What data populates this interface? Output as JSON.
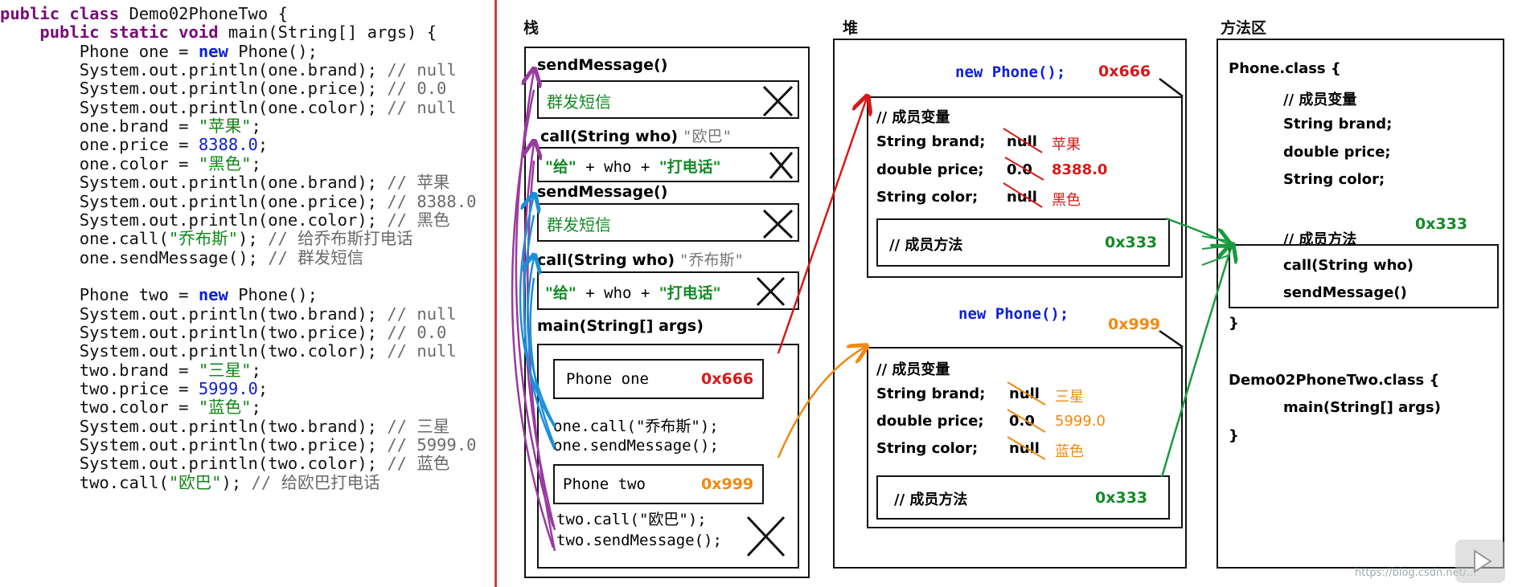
{
  "code_lines": [
    [
      [
        "kw",
        "public class "
      ],
      [
        "tx",
        "Demo02PhoneTwo {"
      ]
    ],
    [
      [
        "tx",
        "    "
      ],
      [
        "kw",
        "public static void "
      ],
      [
        "tx",
        "main(String[] args) {"
      ]
    ],
    [
      [
        "tx",
        "        Phone one = "
      ],
      [
        "nw",
        "new "
      ],
      [
        "tx",
        "Phone();"
      ]
    ],
    [
      [
        "tx",
        "        System.out.println(one.brand); "
      ],
      [
        "cm",
        "// null"
      ]
    ],
    [
      [
        "tx",
        "        System.out.println(one.price); "
      ],
      [
        "cm",
        "// 0.0"
      ]
    ],
    [
      [
        "tx",
        "        System.out.println(one.color); "
      ],
      [
        "cm",
        "// null"
      ]
    ],
    [
      [
        "tx",
        "        one.brand = "
      ],
      [
        "st",
        "\"苹果\""
      ],
      [
        "tx",
        ";"
      ]
    ],
    [
      [
        "tx",
        "        one.price = "
      ],
      [
        "num",
        "8388.0"
      ],
      [
        "tx",
        ";"
      ]
    ],
    [
      [
        "tx",
        "        one.color = "
      ],
      [
        "st",
        "\"黑色\""
      ],
      [
        "tx",
        ";"
      ]
    ],
    [
      [
        "tx",
        "        System.out.println(one.brand); "
      ],
      [
        "cm",
        "// 苹果"
      ]
    ],
    [
      [
        "tx",
        "        System.out.println(one.price); "
      ],
      [
        "cm",
        "// 8388.0"
      ]
    ],
    [
      [
        "tx",
        "        System.out.println(one.color); "
      ],
      [
        "cm",
        "// 黑色"
      ]
    ],
    [
      [
        "tx",
        "        one.call("
      ],
      [
        "st",
        "\"乔布斯\""
      ],
      [
        "tx",
        "); "
      ],
      [
        "cm",
        "// 给乔布斯打电话"
      ]
    ],
    [
      [
        "tx",
        "        one.sendMessage(); "
      ],
      [
        "cm",
        "// 群发短信"
      ]
    ],
    [
      [
        "tx",
        ""
      ]
    ],
    [
      [
        "tx",
        "        Phone two = "
      ],
      [
        "nw",
        "new "
      ],
      [
        "tx",
        "Phone();"
      ]
    ],
    [
      [
        "tx",
        "        System.out.println(two.brand); "
      ],
      [
        "cm",
        "// null"
      ]
    ],
    [
      [
        "tx",
        "        System.out.println(two.price); "
      ],
      [
        "cm",
        "// 0.0"
      ]
    ],
    [
      [
        "tx",
        "        System.out.println(two.color); "
      ],
      [
        "cm",
        "// null"
      ]
    ],
    [
      [
        "tx",
        "        two.brand = "
      ],
      [
        "st",
        "\"三星\""
      ],
      [
        "tx",
        ";"
      ]
    ],
    [
      [
        "tx",
        "        two.price = "
      ],
      [
        "num",
        "5999.0"
      ],
      [
        "tx",
        ";"
      ]
    ],
    [
      [
        "tx",
        "        two.color = "
      ],
      [
        "st",
        "\"蓝色\""
      ],
      [
        "tx",
        ";"
      ]
    ],
    [
      [
        "tx",
        "        System.out.println(two.brand); "
      ],
      [
        "cm",
        "// 三星"
      ]
    ],
    [
      [
        "tx",
        "        System.out.println(two.price); "
      ],
      [
        "cm",
        "// 5999.0"
      ]
    ],
    [
      [
        "tx",
        "        System.out.println(two.color); "
      ],
      [
        "cm",
        "// 蓝色"
      ]
    ],
    [
      [
        "tx",
        "        two.call("
      ],
      [
        "st",
        "\"欧巴\""
      ],
      [
        "tx",
        "); "
      ],
      [
        "cm",
        "// 给欧巴打电话"
      ]
    ]
  ],
  "stack": {
    "title": "栈",
    "frame1_name": "sendMessage()",
    "frame1_body": "群发短信",
    "frame2_name": "call(String who)",
    "frame2_arg": "\"欧巴\"",
    "frame2_body_a": "\"给\"",
    "frame2_body_b": " + who + ",
    "frame2_body_c": "\"打电话\"",
    "frame3_name": "sendMessage()",
    "frame3_body": "群发短信",
    "frame4_name": "call(String who)",
    "frame4_arg": "\"乔布斯\"",
    "frame4_body_a": "\"给\"",
    "frame4_body_b": " + who + ",
    "frame4_body_c": "\"打电话\"",
    "main_name": "main(String[] args)",
    "var_one": "Phone one",
    "var_one_addr": "0x666",
    "one_call": "one.call(\"乔布斯\");",
    "one_send": "one.sendMessage();",
    "var_two": "Phone two",
    "var_two_addr": "0x999",
    "two_call": "two.call(\"欧巴\");",
    "two_send": "two.sendMessage();"
  },
  "heap": {
    "title": "堆",
    "obj1_new": "new Phone();",
    "obj1_addr": "0x666",
    "obj1_fields_comment": "// 成员变量",
    "obj1_brand_label": "String brand;",
    "obj1_brand_old": "null",
    "obj1_brand_new": "苹果",
    "obj1_price_label": "double price;",
    "obj1_price_old": "0.0",
    "obj1_price_new": "8388.0",
    "obj1_color_label": "String color;",
    "obj1_color_old": "null",
    "obj1_color_new": "黑色",
    "obj1_methods_comment": "// 成员方法",
    "obj1_methods_addr": "0x333",
    "obj2_new": "new Phone();",
    "obj2_addr": "0x999",
    "obj2_fields_comment": "// 成员变量",
    "obj2_brand_label": "String brand;",
    "obj2_brand_old": "null",
    "obj2_brand_new": "三星",
    "obj2_price_label": "double price;",
    "obj2_price_old": "0.0",
    "obj2_price_new": "5999.0",
    "obj2_color_label": "String color;",
    "obj2_color_old": "null",
    "obj2_color_new": "蓝色",
    "obj2_methods_comment": "// 成员方法",
    "obj2_methods_addr": "0x333"
  },
  "method_area": {
    "title": "方法区",
    "phone_class": "Phone.class {",
    "fields_comment": "// 成员变量",
    "field1": "String brand;",
    "field2": "double price;",
    "field3": "String color;",
    "methods_comment": "// 成员方法",
    "methods_addr": "0x333",
    "method1": "call(String who)",
    "method2": "sendMessage()",
    "close1": "}",
    "demo_class": "Demo02PhoneTwo.class {",
    "demo_method": "main(String[] args)",
    "close2": "}"
  },
  "watermark": "https://blog.csdn.net/..."
}
